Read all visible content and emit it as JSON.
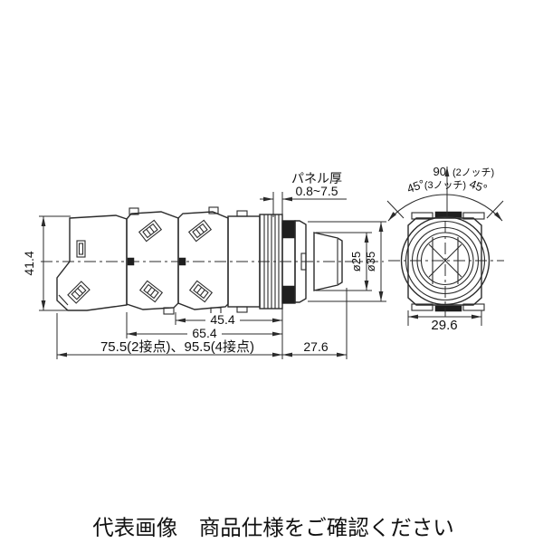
{
  "colors": {
    "background": "#ffffff",
    "line": "#2b2b2b",
    "text": "#111111"
  },
  "labels": {
    "panel_thickness_title": "パネル厚",
    "panel_thickness_range": "0.8~7.5"
  },
  "angle": {
    "total_deg": "90",
    "total_note": "(2ノッチ)",
    "left_deg": "45°",
    "mid_note": "(3ノッチ)",
    "right_deg": "45°"
  },
  "dimensions": {
    "body_height": "41.4",
    "front_block_length": "45.4",
    "mid_length": "65.4",
    "total_length": "75.5(2接点)、95.5(4接点)",
    "projection_length": "27.6",
    "mount_width": "29.6",
    "knob_diameter": "ø25",
    "bezel_diameter": "ø35"
  },
  "caption": "代表画像　商品仕様をご確認ください"
}
